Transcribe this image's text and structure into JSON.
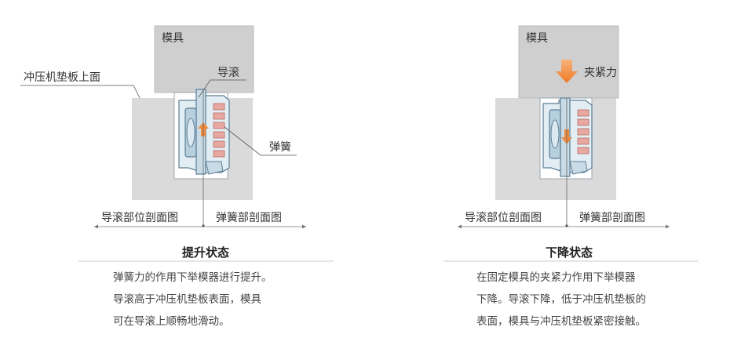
{
  "left": {
    "mold_label": "模具",
    "press_surface_label": "冲压机垫板上面",
    "guide_roller_label": "导滚",
    "spring_label": "弹簧",
    "section_left_label": "导滚部位剖面图",
    "section_right_label": "弹簧部剖面图",
    "state_title": "提升状态",
    "description": [
      "弹簧力的作用下举模器进行提升。",
      "导滚高于冲压机垫板表面，模具",
      "可在导滚上顺畅地滑动。"
    ]
  },
  "right": {
    "mold_label": "模具",
    "clamp_force_label": "夹紧力",
    "section_left_label": "导滚部位剖面图",
    "section_right_label": "弹簧部剖面图",
    "state_title": "下降状态",
    "description": [
      "在固定模具的夹紧力作用下举模器",
      "下降。导滚下降，低于冲压机垫板的",
      "表面，模具与冲压机垫板紧密接触。"
    ]
  },
  "colors": {
    "block_gray": "#dadada",
    "mold_gray": "#cfcfcf",
    "part_blue": "#c9dbe6",
    "part_outline": "#5b7d94",
    "spring_pink": "#e6a8a0",
    "arrow_orange": "#f08a3c"
  }
}
